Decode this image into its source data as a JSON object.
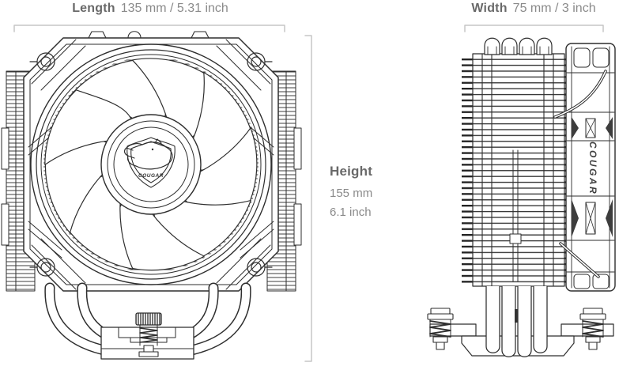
{
  "colors": {
    "background": "#ffffff",
    "drawing_line": "#2e2e2e",
    "dimension_line": "#c5c5c5",
    "label_title": "#696969",
    "label_value": "#8a8a8a"
  },
  "dimension_labels": {
    "length": {
      "title": "Length",
      "value": "135 mm / 5.31 inch"
    },
    "width": {
      "title": "Width",
      "value": "75 mm / 3 inch"
    },
    "height": {
      "title": "Height",
      "value_mm": "155 mm",
      "value_inch": "6.1 inch"
    }
  },
  "branding": {
    "hub_logo_text": "COUGAR",
    "fan_side_text": "COUGAR"
  }
}
